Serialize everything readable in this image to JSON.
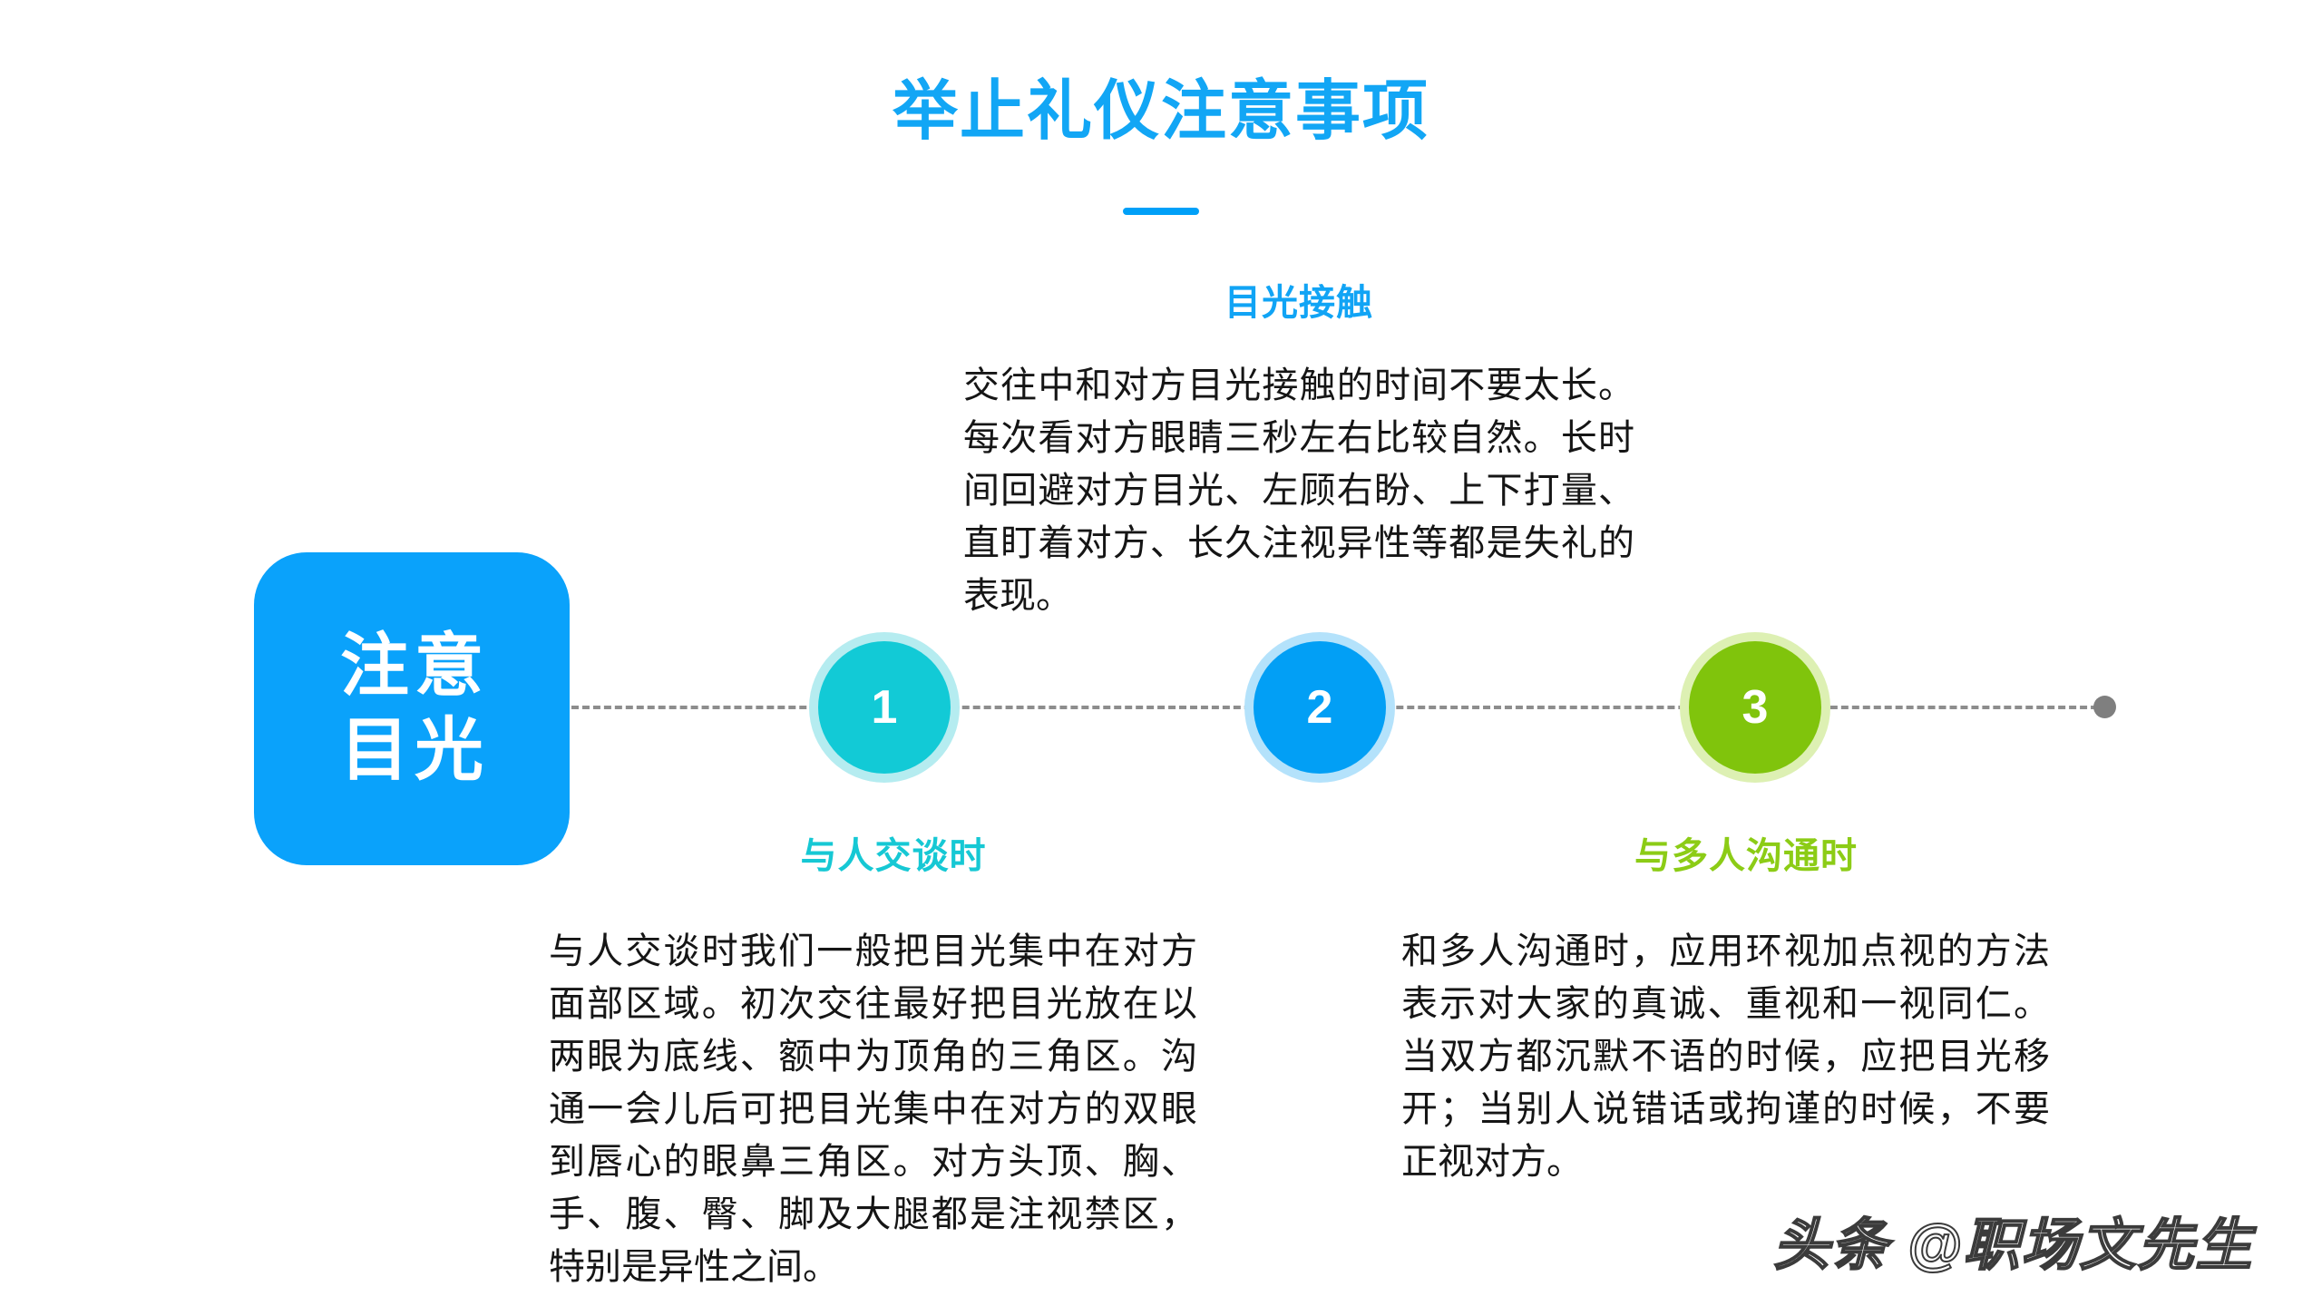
{
  "slide": {
    "title": "举止礼仪注意事项",
    "title_color": "#12a6f5",
    "background": "#ffffff"
  },
  "top_section": {
    "heading": "目光接触",
    "heading_color": "#11a4f5",
    "body": "交往中和对方目光接触的时间不要太长。每次看对方眼睛三秒左右比较自然。长时间回避对方目光、左顾右盼、上下打量、直盯着对方、长久注视异性等都是失礼的表现。"
  },
  "label_box": {
    "line1": "注意",
    "line2": "目光",
    "color": "#0aa2fb",
    "text_color": "#ffffff"
  },
  "timeline": {
    "line_color": "#8d8d8d",
    "end_dot_color": "#7f7f7f",
    "nodes": [
      {
        "number": "1",
        "color": "#12cad6",
        "ring_color": "#b5ecf0"
      },
      {
        "number": "2",
        "color": "#029ff5",
        "ring_color": "#b4e2fb"
      },
      {
        "number": "3",
        "color": "#80c40c",
        "ring_color": "#ddf0b3"
      }
    ]
  },
  "columns": [
    {
      "heading": "与人交谈时",
      "heading_color": "#16c8d4",
      "body": "与人交谈时我们一般把目光集中在对方面部区域。初次交往最好把目光放在以两眼为底线、额中为顶角的三角区。沟通一会儿后可把目光集中在对方的双眼到唇心的眼鼻三角区。对方头顶、胸、手、腹、臀、脚及大腿都是注视禁区，特别是异性之间。"
    },
    {
      "heading": "与多人沟通时",
      "heading_color": "#8ccc16",
      "body": "和多人沟通时，应用环视加点视的方法表示对大家的真诚、重视和一视同仁。当双方都沉默不语的时候，应把目光移开；当别人说错话或拘谨的时候，不要正视对方。"
    }
  ],
  "watermark": {
    "text": "头条 @职场文先生"
  }
}
